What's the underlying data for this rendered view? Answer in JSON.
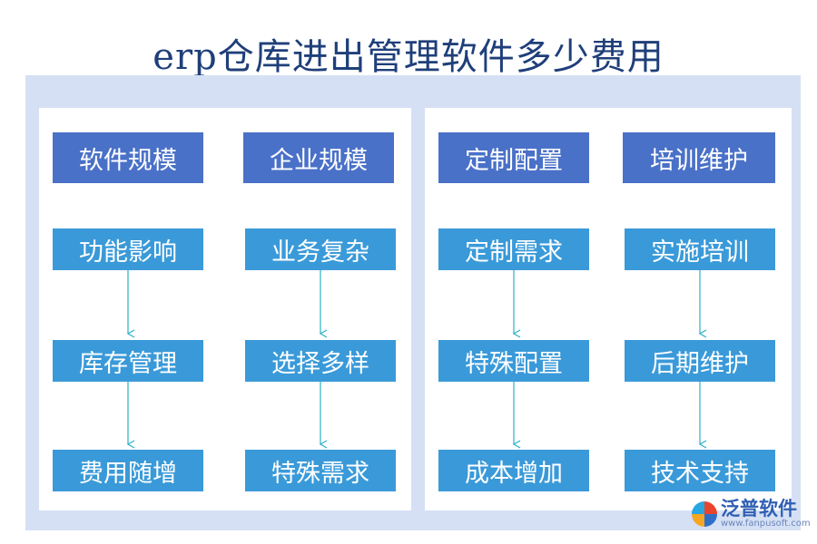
{
  "title": "erp仓库进出管理软件多少费用",
  "left_columns": [
    {
      "head": "软件规模",
      "items": [
        "功能影响",
        "库存管理",
        "费用随增"
      ]
    },
    {
      "head": "企业规模",
      "items": [
        "业务复杂",
        "选择多样",
        "特殊需求"
      ]
    }
  ],
  "right_columns": [
    {
      "head": "定制配置",
      "items": [
        "定制需求",
        "特殊配置",
        "成本增加"
      ]
    },
    {
      "head": "培训维护",
      "items": [
        "实施培训",
        "后期维护",
        "技术支持"
      ]
    }
  ],
  "watermark": {
    "name": "泛普软件",
    "url": "www.fanpusoft.com"
  },
  "colors": {
    "header": "#4a71c8",
    "item": "#3a9ad9",
    "frame": "#d6e0f5",
    "arrow": "#2ab0c9",
    "title": "#1f3f7a"
  }
}
